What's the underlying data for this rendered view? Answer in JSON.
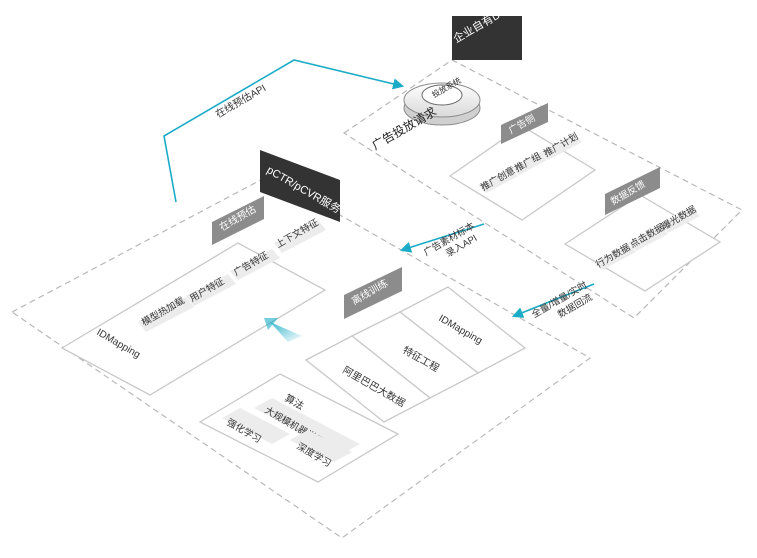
{
  "dsp": {
    "title": "企业自有DSP",
    "delivery_system": "投放系统",
    "ad_request": "广告投放请求",
    "ad_side": {
      "header": "广告侧",
      "items": [
        "推广计划",
        "推广组",
        "推广创意"
      ]
    },
    "data_feedback": {
      "header": "数据反馈",
      "items": [
        "曝光数据",
        "点击数据",
        "行为数据"
      ]
    }
  },
  "pctr": {
    "title": "pCTR/pCVR服务",
    "online": {
      "header": "在线预估",
      "items": [
        "上下文特征",
        "广告特征",
        "用户特征",
        "模型热加载",
        "IDMapping"
      ]
    },
    "offline": {
      "header": "离线训练",
      "layers": [
        "IDMapping",
        "特征工程",
        "阿里巴巴大数据"
      ],
      "algo": {
        "title": "算法",
        "items": [
          "大规模机器学习",
          "强化学习",
          "深度学习"
        ]
      }
    }
  },
  "arrows": {
    "online_api": "在线预估API",
    "material_api": [
      "广告素材标本",
      "录入API"
    ],
    "data_flow": [
      "全量/增量/实时",
      "数据回流"
    ]
  },
  "colors": {
    "accent": "#1aabc6",
    "dark_tag": "#333333",
    "gray_header": "#8c8c8c",
    "pill": "#ececec",
    "border": "#c8c8c8",
    "dash": "#b8b8b8"
  }
}
